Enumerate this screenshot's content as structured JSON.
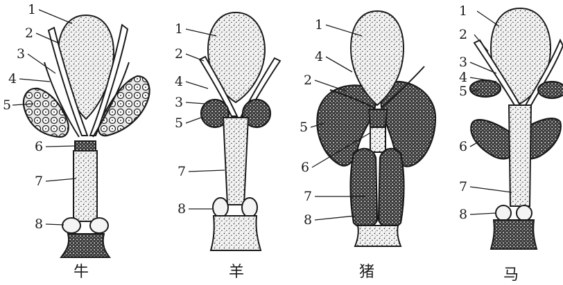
{
  "animals": [
    {
      "caption": "牛",
      "labels": [
        "1",
        "2",
        "3",
        "4",
        "5",
        "6",
        "7",
        "8"
      ]
    },
    {
      "caption": "羊",
      "labels": [
        "1",
        "2",
        "4",
        "3",
        "5",
        "7",
        "8"
      ]
    },
    {
      "caption": "猪",
      "labels": [
        "1",
        "4",
        "2",
        "5",
        "6",
        "7",
        "8"
      ]
    },
    {
      "caption": "马",
      "labels": [
        "1",
        "2",
        "3",
        "4",
        "5",
        "6",
        "7",
        "8"
      ]
    }
  ]
}
